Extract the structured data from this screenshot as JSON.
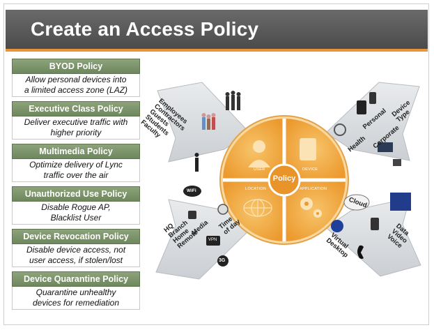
{
  "slide": {
    "title": "Create an Access Policy"
  },
  "policies": [
    {
      "title": "BYOD Policy",
      "desc_line1": "Allow personal devices into",
      "desc_line2": "a limited access zone (LAZ)"
    },
    {
      "title": "Executive Class Policy",
      "desc_line1": "Deliver executive traffic with",
      "desc_line2": "higher priority"
    },
    {
      "title": "Multimedia Policy",
      "desc_line1": "Optimize delivery of Lync",
      "desc_line2": "traffic over the air"
    },
    {
      "title": "Unauthorized Use Policy",
      "desc_line1": "Disable Rogue AP,",
      "desc_line2": "Blacklist User"
    },
    {
      "title": "Device Revocation Policy",
      "desc_line1": "Disable device access, not",
      "desc_line2": "user access, if stolen/lost"
    },
    {
      "title": "Device Quarantine Policy",
      "desc_line1": "Quarantine unhealthy",
      "desc_line2": "devices for remediation"
    }
  ],
  "diagram": {
    "center_label": "Policy",
    "quadrants": {
      "user": "USER",
      "device": "DEVICE",
      "location": "LOCATION",
      "application": "APPLICATION"
    },
    "user_arrow": [
      "Employees",
      "Contractors",
      "Guests",
      "Students",
      "Faculty"
    ],
    "device_arrow": {
      "personal": "Personal",
      "device_type_1": "Device",
      "device_type_2": "Type",
      "health": "Health",
      "corporate": "Corporate"
    },
    "location_arrow": {
      "places": [
        "HQ",
        "Branch",
        "Home",
        "Remote"
      ],
      "media": "Media",
      "time_1": "Time",
      "time_2": "of day",
      "wifi": "WiFi",
      "vpn": "VPN",
      "threeg": "3G"
    },
    "application_arrow": {
      "cloud": "Cloud",
      "virtual_1": "Virtual",
      "virtual_2": "Desktop",
      "media_types": [
        "Data",
        "Video",
        "Voice"
      ]
    },
    "colors": {
      "wheel": "#f0a93e",
      "wheel_light": "#f6c97a",
      "center": "#e8942a",
      "arrow": "#d7dadd",
      "policy_green": "#7a9468"
    }
  }
}
